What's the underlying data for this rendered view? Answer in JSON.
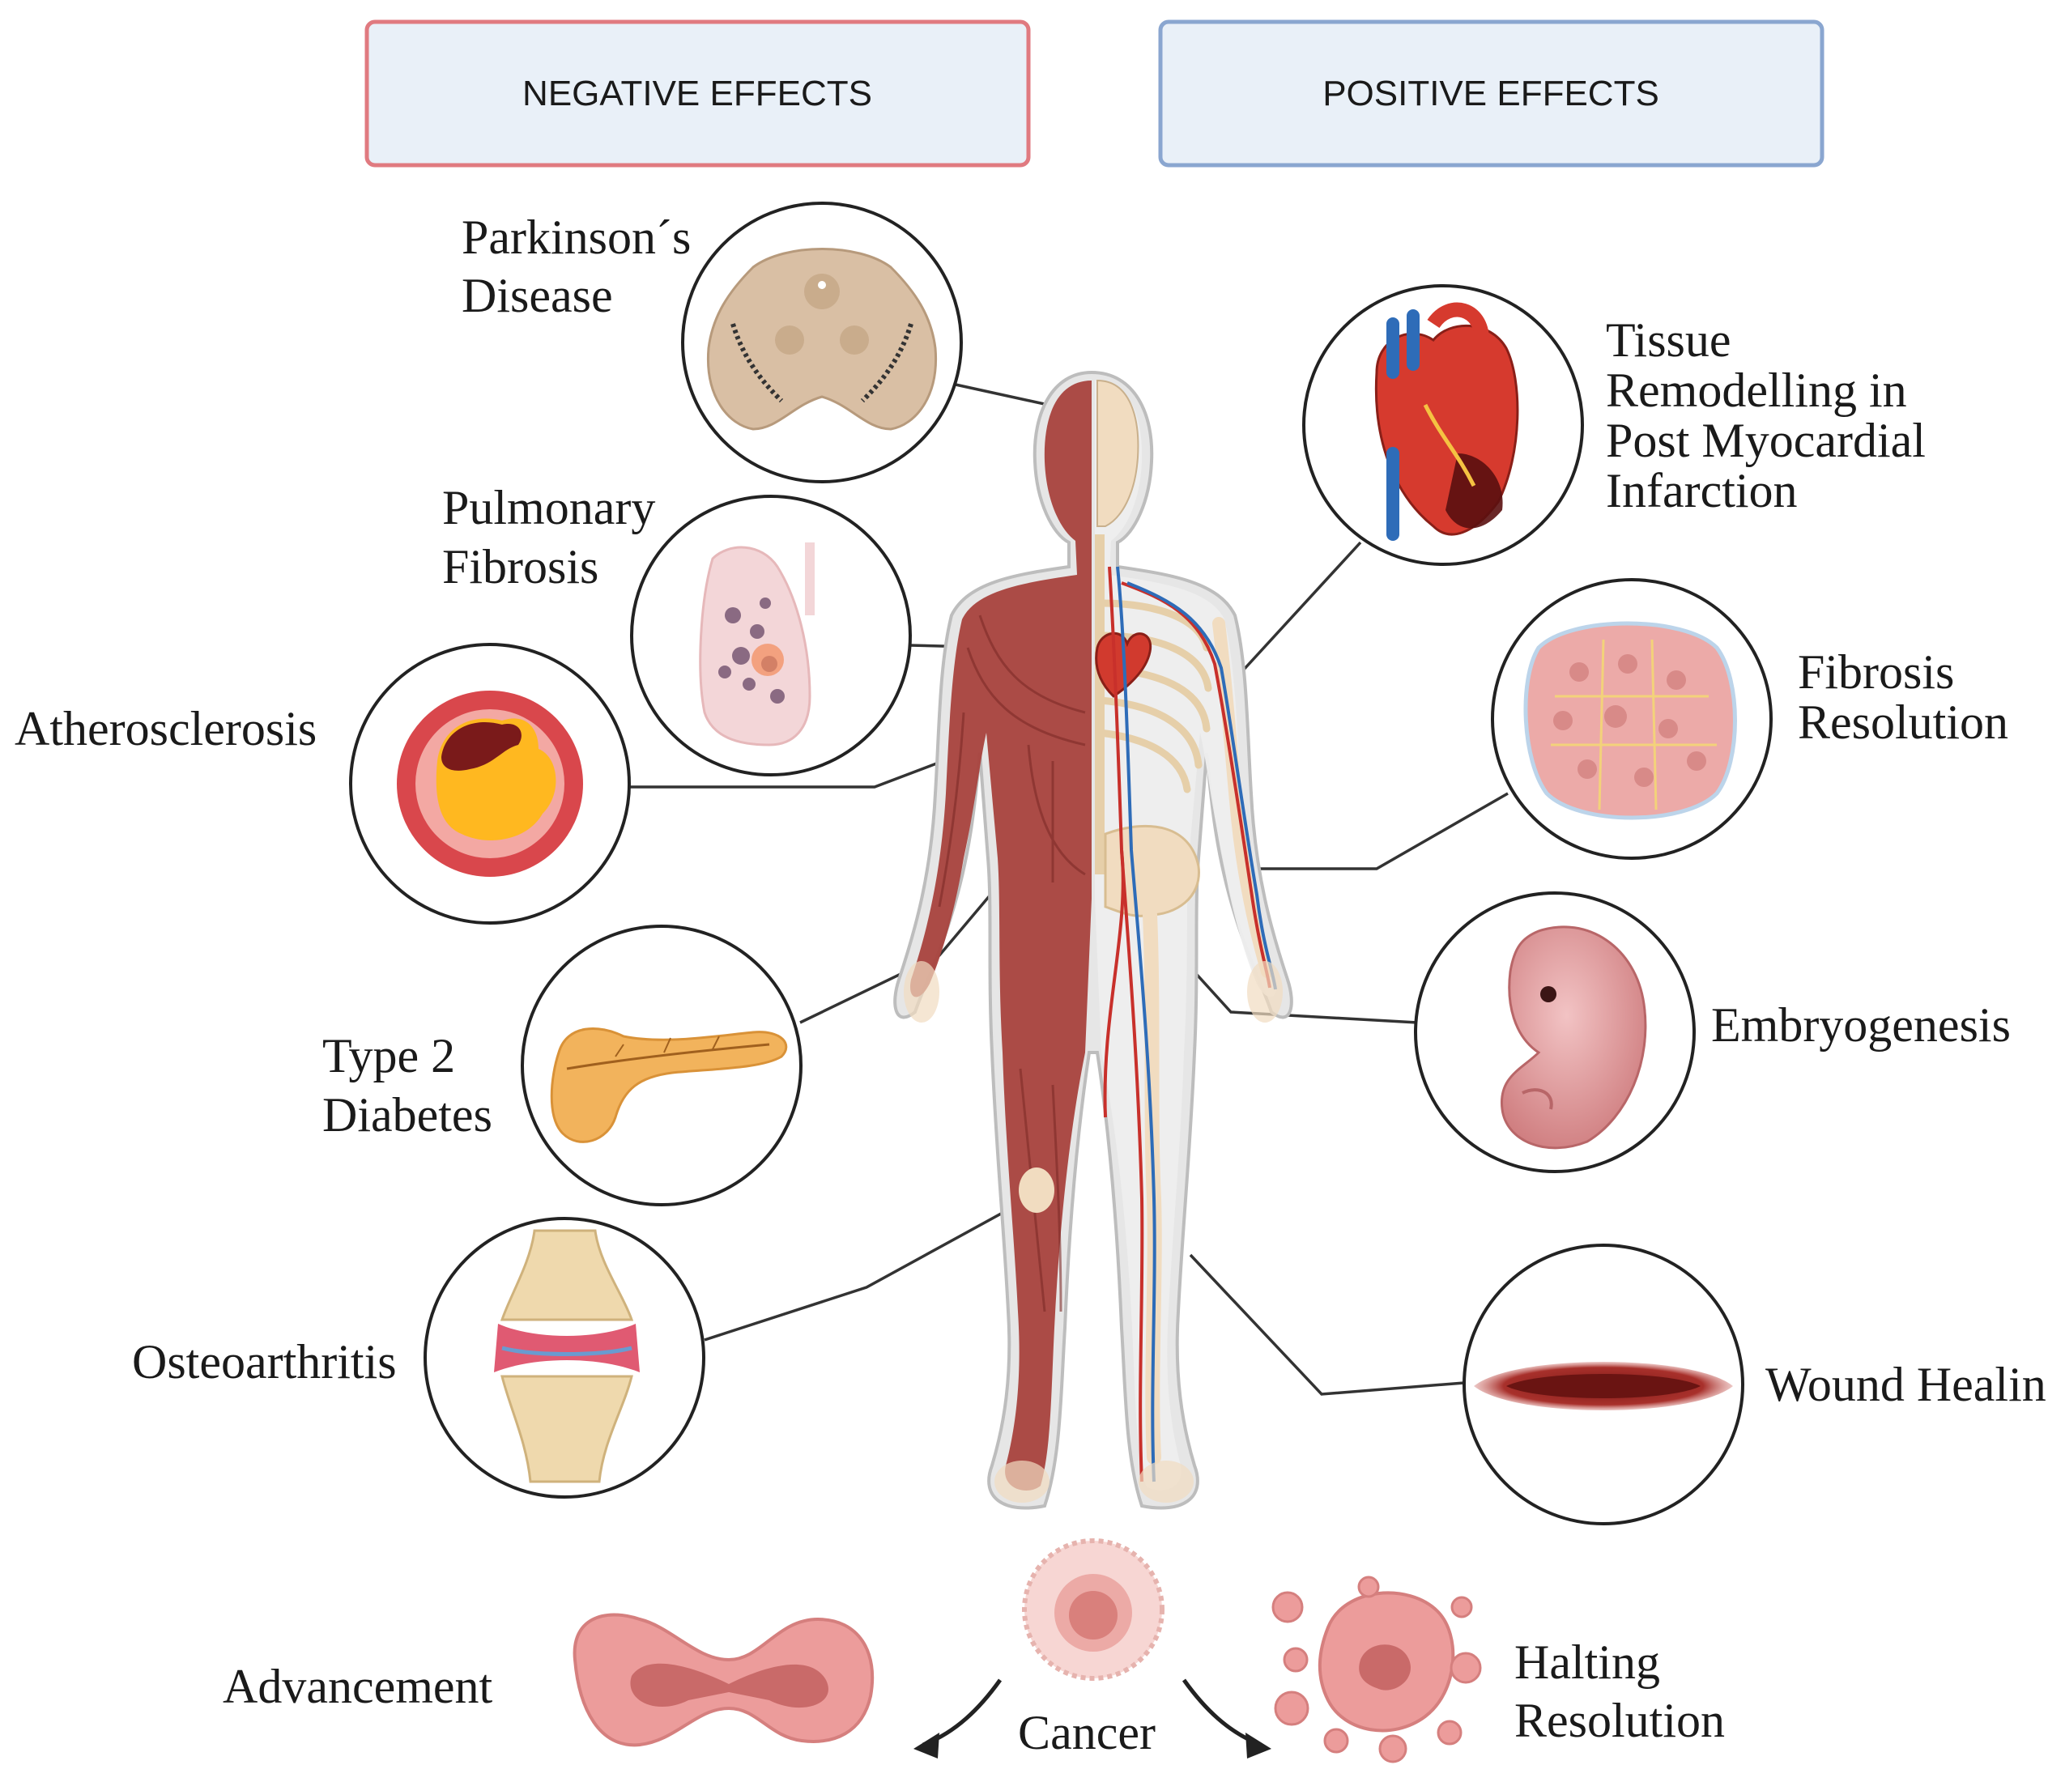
{
  "header": {
    "negative_label": "NEGATIVE EFFECTS",
    "positive_label": "POSITIVE EFFECTS"
  },
  "negative_effects": {
    "parkinsons": [
      "Parkinson´s",
      "Disease"
    ],
    "pulmonary_fibrosis": [
      "Pulmonary",
      "Fibrosis"
    ],
    "atherosclerosis": "Atherosclerosis",
    "type2_diabetes": [
      "Type 2",
      "Diabetes"
    ],
    "osteoarthritis": "Osteoarthritis"
  },
  "positive_effects": {
    "tissue_remodelling": [
      "Tissue",
      "Remodelling in",
      "Post Myocardial",
      "Infarction"
    ],
    "fibrosis_resolution": [
      "Fibrosis",
      "Resolution"
    ],
    "embryogenesis": "Embryogenesis",
    "wound_healing": "Wound Healing"
  },
  "cancer": {
    "center_label": "Cancer",
    "left_label": "Advancement",
    "right_label": [
      "Halting",
      "Resolution"
    ]
  },
  "colors": {
    "negative_border": "#e07a80",
    "positive_border": "#8aa6d0",
    "header_fill": "#e9f0f8",
    "muscle": "#a8423d",
    "skeleton": "#f1dcc0",
    "vessel_red": "#c8302b",
    "vessel_blue": "#2e6cb8"
  }
}
